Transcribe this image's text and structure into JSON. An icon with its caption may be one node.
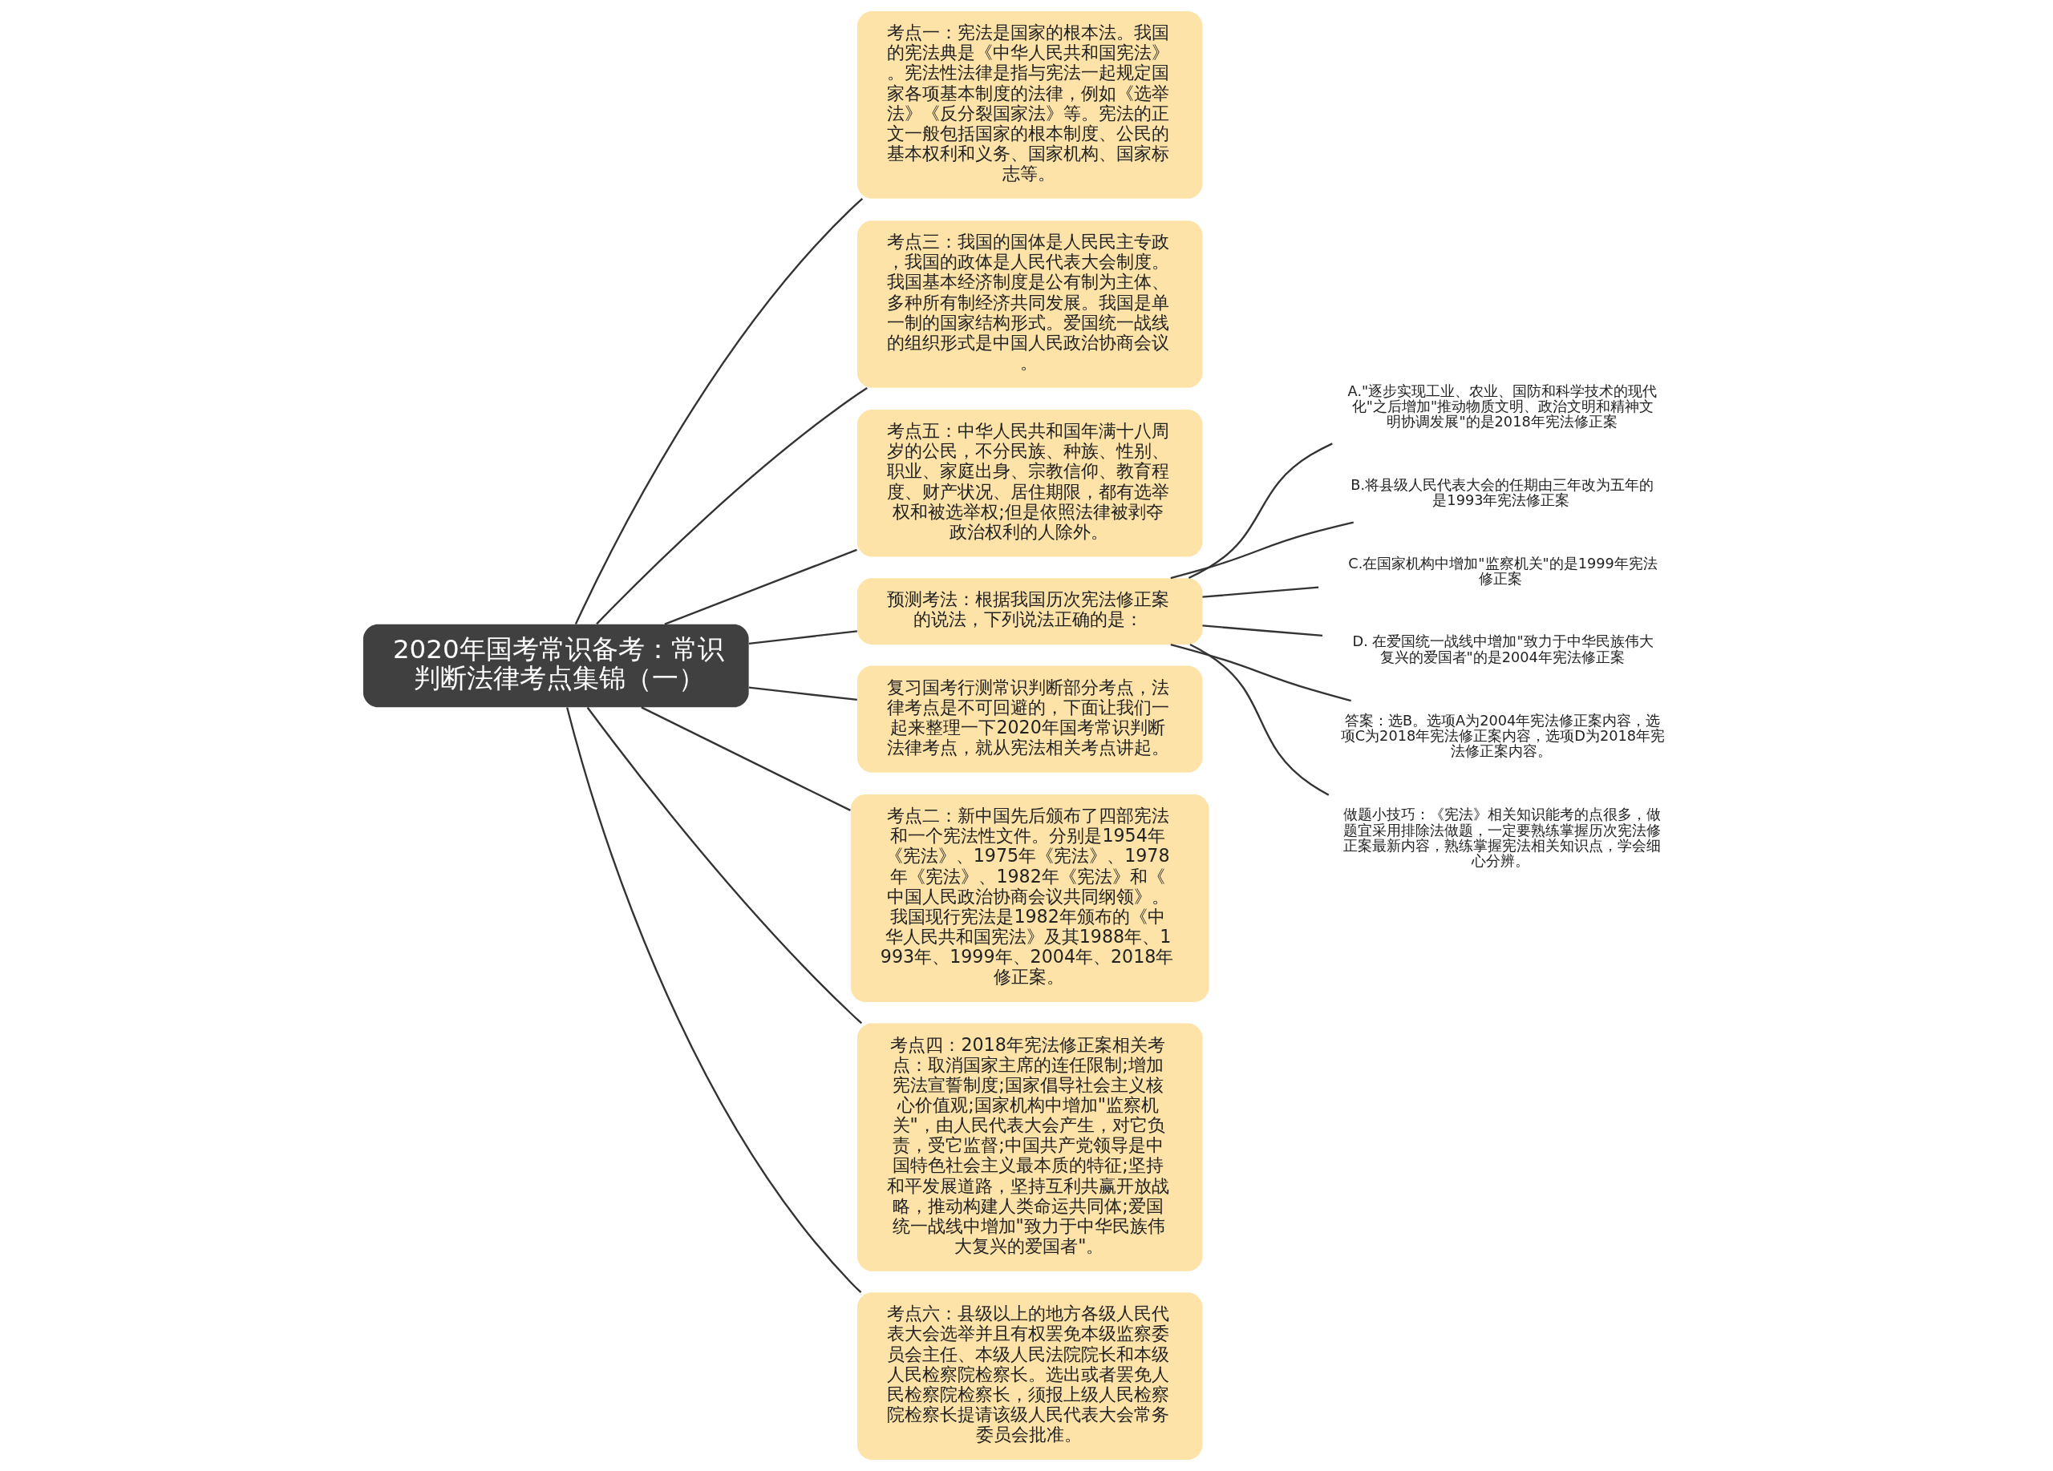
{
  "diagram": {
    "nodes": [
      {
        "text": [
          "2020年国考常识备考：常识判断法律考点集锦（一）"
        ]
      },
      {
        "text": [
          "考点一：宪法是国家的根本法。我国的宪法典是《中华人民共和国宪法》。宪法性法律是指与宪法一起规定国家各项基本制度的法律，例如《选举法》《反分裂国家法》等。宪法的正文一般包括国家的根本制度、公民的基本权利和义务、国家机构、国家标志等。"
        ]
      },
      {
        "text": [
          "考点三：我国的国体是人民民主专政，我国的政体是人民代表大会制度。我国基本经济制度是公有制为主体、多种所有制经济共同发展。我国是单一制的国家结构形式。爱国统一战线的组织形式是中国人民政治协商会议。"
        ]
      },
      {
        "text": [
          "考点五：中华人民共和国年满十八周岁的公民，不分民族、种族、性别、职业、家庭出身、宗教信仰、教育程度、财产状况、居住期限，都有选举权和被选举权;但是依照法律被剥夺政治权利的人除外。"
        ]
      },
      {
        "text": [
          "预测考法：根据我国历次宪法修正案的说法，下列说法正确的是："
        ]
      },
      {
        "text": [
          "复习国考行测常识判断部分考点，法律考点是不可回避的，下面让我们一起来整理一下2020年国考常识判断法律考点，就从宪法相关考点讲起。"
        ]
      },
      {
        "text": [
          "考点二：新中国先后颁布了四部宪法和一个宪法性文件。分别是1954年《宪法》、1975年《宪法》、1978年《宪法》、1982年《宪法》和《中国人民政治协商会议共同纲领》。我国现行宪法是1982年颁布的《中华人民共和国宪法》及其1988年、1993年、1999年、2004年、2018年修正案。"
        ]
      },
      {
        "text": [
          "考点四：2018年宪法修正案相关考点：取消国家主席的连任限制;增加宪法宣誓制度;国家倡导社会主义核心价值观;国家机构中增加\"监察机关\"，由人民代表大会产生，对它负责，受它监督;中国共产党领导是中国特色社会主义最本质的特征;坚持和平发展道路，坚持互利共赢开放战略，推动构建人类命运共同体;爱国统一战线中增加\"致力于中华民族伟大复兴的爱国者\"。"
        ]
      },
      {
        "text": [
          "考点六：县级以上的地方各级人民代表大会选举并且有权罢免本级监察委员会主任、本级人民法院院长和本级人民检察院检察长。选出或者罢免人民检察院检察长，须报上级人民检察院检察长提请该级人民代表大会常务委员会批准。"
        ]
      },
      {
        "text": [
          "A.\"逐步实现工业、农业、国防和科学技术的现代化\"之后增加\"推动物质文明、政治文明和精神文明协调发展\"的是2018年宪法修正案"
        ]
      },
      {
        "text": [
          "B.将县级人民代表大会的任期由三年改为五年的是1993年宪法修正案"
        ]
      },
      {
        "text": [
          "C.在国家机构中增加\"监察机关\"的是1999年宪法修正案"
        ]
      },
      {
        "text": [
          "D. 在爱国统一战线中增加\"致力于中华民族伟大复兴的爱国者\"的是2004年宪法修正案"
        ]
      },
      {
        "text": [
          "答案：选B。选项A为2004年宪法修正案内容，选项C为2018年宪法修正案内容，选项D为2018年宪法修正案内容。"
        ]
      },
      {
        "text": [
          "做题小技巧：《宪法》相关知识能考的点很多，做题宜采用排除法做题，一定要熟练掌握历次宪法修正案最新内容，熟练掌握宪法相关知识点，学会细心分辨。"
        ]
      }
    ],
    "edges": [
      {
        "from": 0,
        "to": 1,
        "arrow": "none"
      },
      {
        "from": 0,
        "to": 2,
        "arrow": "none"
      },
      {
        "from": 0,
        "to": 3,
        "arrow": "none"
      },
      {
        "from": 0,
        "to": 4,
        "arrow": "none"
      },
      {
        "from": 0,
        "to": 5,
        "arrow": "none"
      },
      {
        "from": 0,
        "to": 6,
        "arrow": "none"
      },
      {
        "from": 0,
        "to": 7,
        "arrow": "none"
      },
      {
        "from": 0,
        "to": 8,
        "arrow": "none"
      },
      {
        "from": 4,
        "to": 9,
        "arrow": "none"
      },
      {
        "from": 4,
        "to": 10,
        "arrow": "none"
      },
      {
        "from": 4,
        "to": 11,
        "arrow": "none"
      },
      {
        "from": 4,
        "to": 12,
        "arrow": "none"
      },
      {
        "from": 4,
        "to": 13,
        "arrow": "none"
      },
      {
        "from": 4,
        "to": 14,
        "arrow": "none"
      }
    ]
  }
}
